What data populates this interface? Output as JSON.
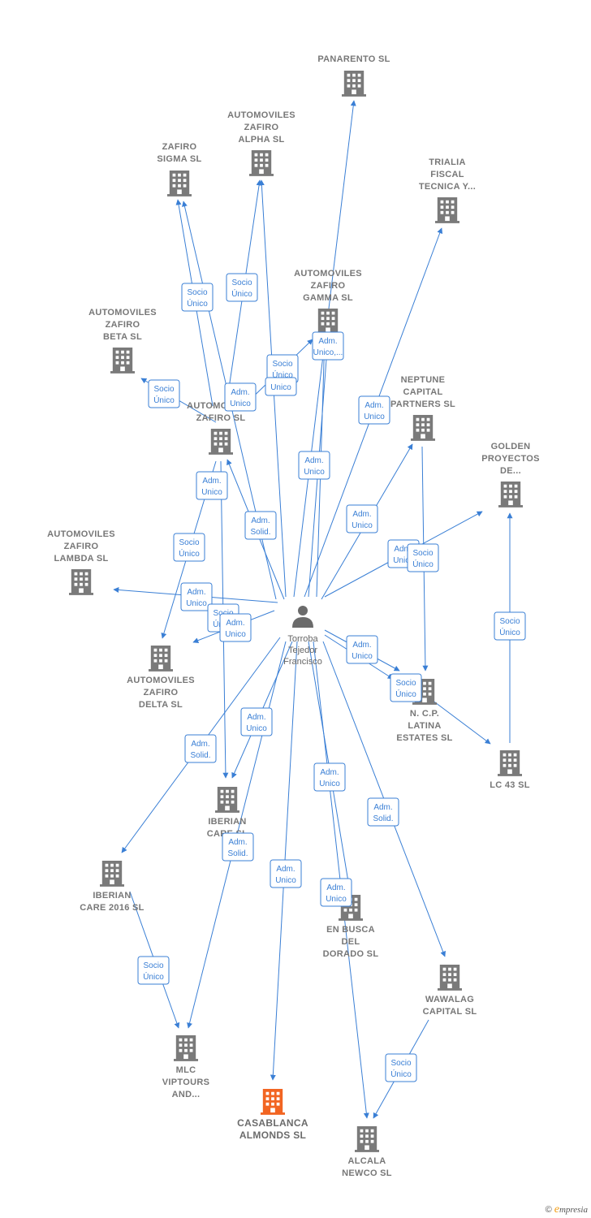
{
  "colors": {
    "edge": "#3a7fd5",
    "building": "#7a7a7a",
    "highlight": "#f26522",
    "person": "#6b6b6b"
  },
  "person": {
    "name_lines": [
      "Torroba",
      "Tejedor",
      "Francisco"
    ],
    "icon": "person-icon"
  },
  "nodes": [
    {
      "id": "panarento",
      "lines": [
        "PANARENTO SL"
      ]
    },
    {
      "id": "alpha",
      "lines": [
        "AUTOMOVILES",
        "ZAFIRO",
        "ALPHA  SL"
      ]
    },
    {
      "id": "sigma",
      "lines": [
        "ZAFIRO",
        "SIGMA  SL"
      ]
    },
    {
      "id": "trialia",
      "lines": [
        "TRIALIA",
        "FISCAL",
        "TECNICA Y..."
      ]
    },
    {
      "id": "gamma",
      "lines": [
        "AUTOMOVILES",
        "ZAFIRO",
        "GAMMA  SL"
      ]
    },
    {
      "id": "beta",
      "lines": [
        "AUTOMOVILES",
        "ZAFIRO",
        "BETA  SL"
      ]
    },
    {
      "id": "zafiro",
      "lines": [
        "AUTOMOVILES",
        "ZAFIRO  SL"
      ]
    },
    {
      "id": "neptune",
      "lines": [
        "NEPTUNE",
        "CAPITAL",
        "PARTNERS  SL"
      ]
    },
    {
      "id": "golden",
      "lines": [
        "GOLDEN",
        "PROYECTOS",
        "DE..."
      ]
    },
    {
      "id": "lambda",
      "lines": [
        "AUTOMOVILES",
        "ZAFIRO",
        "LAMBDA  SL"
      ]
    },
    {
      "id": "delta",
      "lines": [
        "AUTOMOVILES",
        "ZAFIRO",
        "DELTA  SL"
      ]
    },
    {
      "id": "ncp",
      "lines": [
        "N. C.P.",
        "LATINA",
        "ESTATES  SL"
      ]
    },
    {
      "id": "lc43",
      "lines": [
        "LC 43 SL"
      ]
    },
    {
      "id": "iberian",
      "lines": [
        "IBERIAN",
        "CARE  SL"
      ]
    },
    {
      "id": "iberian2016",
      "lines": [
        "IBERIAN",
        "CARE 2016  SL"
      ]
    },
    {
      "id": "enbusca",
      "lines": [
        "EN BUSCA",
        "DEL",
        "DORADO  SL"
      ]
    },
    {
      "id": "wawalag",
      "lines": [
        "WAWALAG",
        "CAPITAL  SL"
      ]
    },
    {
      "id": "mlc",
      "lines": [
        "MLC",
        "VIPTOURS",
        "AND..."
      ]
    },
    {
      "id": "casablanca",
      "lines": [
        "CASABLANCA",
        "ALMONDS  SL"
      ],
      "highlight": true
    },
    {
      "id": "alcala",
      "lines": [
        "ALCALA",
        "NEWCO  SL"
      ]
    }
  ],
  "edge_labels": [
    {
      "lines": [
        "Socio",
        "Único"
      ]
    },
    {
      "lines": [
        "Socio",
        "Único"
      ]
    },
    {
      "lines": [
        "Adm.",
        "Unico,..."
      ]
    },
    {
      "lines": [
        "Socio",
        "Único"
      ]
    },
    {
      "lines": [
        "Adm.",
        "Unico"
      ]
    },
    {
      "lines": [
        "Unico"
      ]
    },
    {
      "lines": [
        "Socio",
        "Único"
      ]
    },
    {
      "lines": [
        "Adm.",
        "Unico"
      ]
    },
    {
      "lines": [
        "Adm.",
        "Unico"
      ]
    },
    {
      "lines": [
        "Adm.",
        "Unico"
      ]
    },
    {
      "lines": [
        "Adm.",
        "Solid."
      ]
    },
    {
      "lines": [
        "Adm.",
        "Unico"
      ]
    },
    {
      "lines": [
        "Socio",
        "Único"
      ]
    },
    {
      "lines": [
        "Adm.",
        "Unico"
      ]
    },
    {
      "lines": [
        "Adm.",
        "Unico"
      ]
    },
    {
      "lines": [
        "Socio",
        "Único"
      ]
    },
    {
      "lines": [
        "Socio",
        "Único"
      ]
    },
    {
      "lines": [
        "Socio",
        "Único"
      ]
    },
    {
      "lines": [
        "Adm.",
        "Unico"
      ]
    },
    {
      "lines": [
        "Adm.",
        "Unico"
      ]
    },
    {
      "lines": [
        "Socio",
        "Único"
      ]
    },
    {
      "lines": [
        "Adm.",
        "Unico"
      ]
    },
    {
      "lines": [
        "Adm.",
        "Solid."
      ]
    },
    {
      "lines": [
        "Adm.",
        "Unico"
      ]
    },
    {
      "lines": [
        "Adm.",
        "Solid."
      ]
    },
    {
      "lines": [
        "Adm.",
        "Solid."
      ]
    },
    {
      "lines": [
        "Adm.",
        "Unico"
      ]
    },
    {
      "lines": [
        "Adm.",
        "Unico"
      ]
    },
    {
      "lines": [
        "Socio",
        "Único"
      ]
    },
    {
      "lines": [
        "Socio",
        "Único"
      ]
    }
  ],
  "footer": {
    "copyright": "©",
    "brand_initial": "e",
    "brand_rest": "mpresia"
  }
}
